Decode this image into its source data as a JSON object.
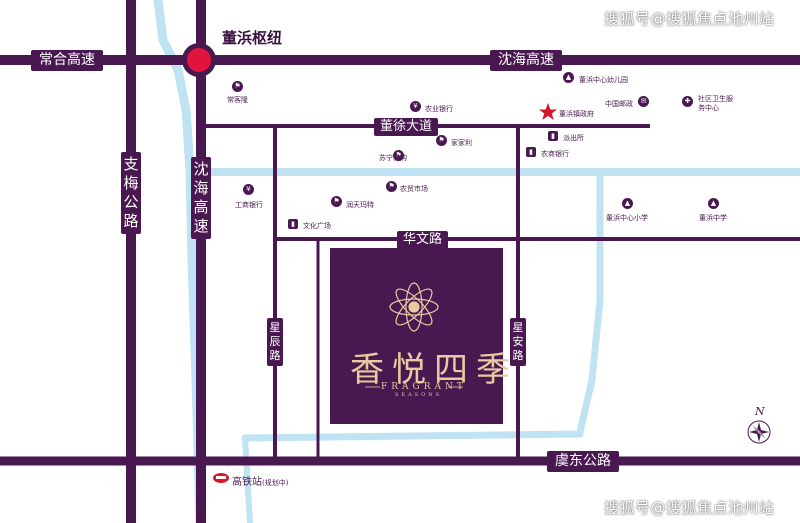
{
  "watermark": "搜狐号@搜狐焦点池州站",
  "hub": "董浜枢纽",
  "roads": {
    "changhe": "常合高速",
    "shenhai_top": "沈海高速",
    "zhimei": "支梅公路",
    "shenhai_vertical": "沈海高速",
    "dongxu": "董徐大道",
    "huawen": "华文路",
    "xingchen": "星辰路",
    "xingan": "星安路",
    "yudong": "虞东公路"
  },
  "pois": {
    "changkelong": "常客隆",
    "nongye_bank": "农业银行",
    "kindergarten": "董浜中心幼儿园",
    "post": "中国邮政",
    "health_center": "社区卫生服务中心",
    "town_gov": "董浜镇政府",
    "jiajiali": "家家利",
    "police": "派出所",
    "nongshang_bank": "农商银行",
    "suning": "苏宁易购",
    "farmers_market": "农贸市场",
    "icbc": "工商银行",
    "runfa": "润天玛特",
    "culture_square": "文化广场",
    "primary_school": "董浜中心小学",
    "middle_school": "董浜中学",
    "train_station": "高铁站",
    "train_station_note": "(规划中)"
  },
  "project": {
    "name": "香悦四季",
    "en_line1": "FRAGRANT",
    "en_line2": "SEASONS"
  },
  "compass": "N",
  "colors": {
    "road": "#4a1850",
    "river": "#bfe3f2",
    "hub_marker": "#e0143c",
    "star": "#d7182a",
    "project_bg": "#4a1850",
    "gold": "#e8c9a0"
  }
}
